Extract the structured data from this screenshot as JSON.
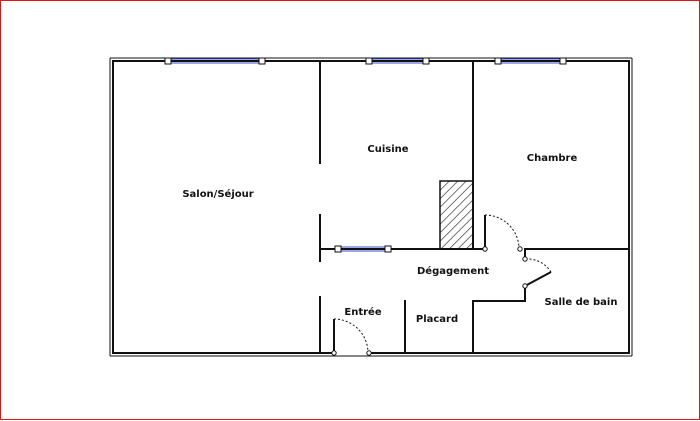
{
  "plan": {
    "rooms": {
      "salon": "Salon/Séjour",
      "cuisine": "Cuisine",
      "chambre": "Chambre",
      "degagement": "Dégagement",
      "entree": "Entrée",
      "placard": "Placard",
      "salle_de_bain": "Salle de bain"
    },
    "colors": {
      "wall": "#111111",
      "window": "#3a4fd0",
      "frame_border": "#e01515",
      "background": "#ffffff"
    }
  }
}
